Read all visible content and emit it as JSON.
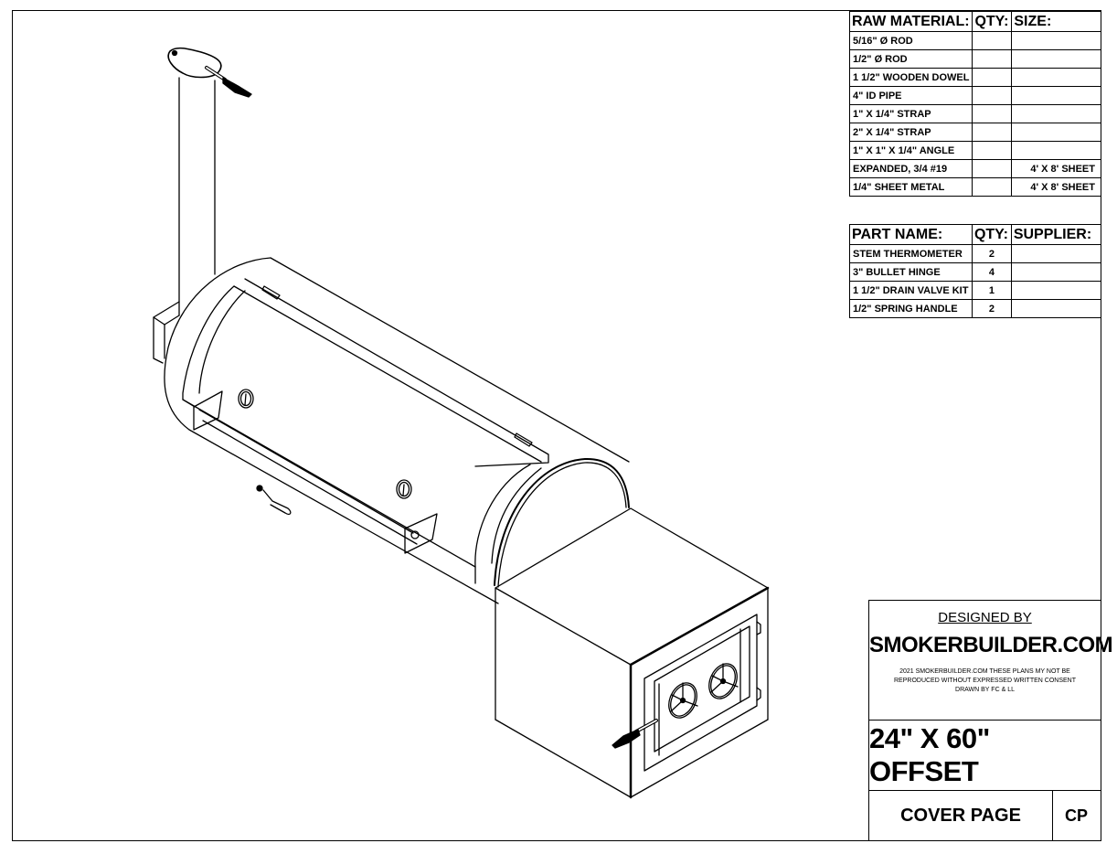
{
  "raw_material_table": {
    "headers": [
      "RAW MATERIAL:",
      "QTY:",
      "SIZE:"
    ],
    "rows": [
      {
        "name": "5/16\" Ø ROD",
        "qty": "",
        "size": ""
      },
      {
        "name": "1/2\" Ø ROD",
        "qty": "",
        "size": ""
      },
      {
        "name": "1 1/2\" WOODEN DOWEL",
        "qty": "",
        "size": ""
      },
      {
        "name": "4\" ID PIPE",
        "qty": "",
        "size": ""
      },
      {
        "name": "1\" X 1/4\" STRAP",
        "qty": "",
        "size": ""
      },
      {
        "name": "2\" X 1/4\" STRAP",
        "qty": "",
        "size": ""
      },
      {
        "name": "1\" X 1\" X 1/4\" ANGLE",
        "qty": "",
        "size": ""
      },
      {
        "name": "EXPANDED, 3/4 #19",
        "qty": "",
        "size": "4' X 8' SHEET"
      },
      {
        "name": "1/4\" SHEET METAL",
        "qty": "",
        "size": "4' X 8' SHEET"
      }
    ]
  },
  "parts_table": {
    "headers": [
      "PART NAME:",
      "QTY:",
      "SUPPLIER:"
    ],
    "rows": [
      {
        "name": "STEM THERMOMETER",
        "qty": "2",
        "supplier": ""
      },
      {
        "name": "3\" BULLET HINGE",
        "qty": "4",
        "supplier": ""
      },
      {
        "name": "1 1/2\" DRAIN VALVE KIT",
        "qty": "1",
        "supplier": ""
      },
      {
        "name": "1/2\" SPRING HANDLE",
        "qty": "2",
        "supplier": ""
      }
    ]
  },
  "title_block": {
    "designed_by_label": "DESIGNED BY",
    "company": "SMOKERBUILDER.COM",
    "notice_line1": "2021 SMOKERBUILDER.COM THESE PLANS MY NOT BE",
    "notice_line2": "REPRODUCED WITHOUT EXPRESSED WRITTEN CONSENT",
    "notice_line3": "DRAWN BY FC & LL",
    "drawing_title": "24\" X 60\" OFFSET",
    "page_name": "COVER PAGE",
    "page_code": "CP"
  },
  "drawing": {
    "subject": "offset smoker isometric view",
    "components": [
      "smokestack",
      "stack-damper",
      "cook-chamber",
      "chamber-door",
      "door-handle-bar",
      "thermometer",
      "thermometer",
      "drain-valve",
      "firebox",
      "firebox-door",
      "air-intake-vent",
      "air-intake-vent",
      "firebox-handle"
    ],
    "line_color": "#000000",
    "background_color": "#ffffff"
  }
}
